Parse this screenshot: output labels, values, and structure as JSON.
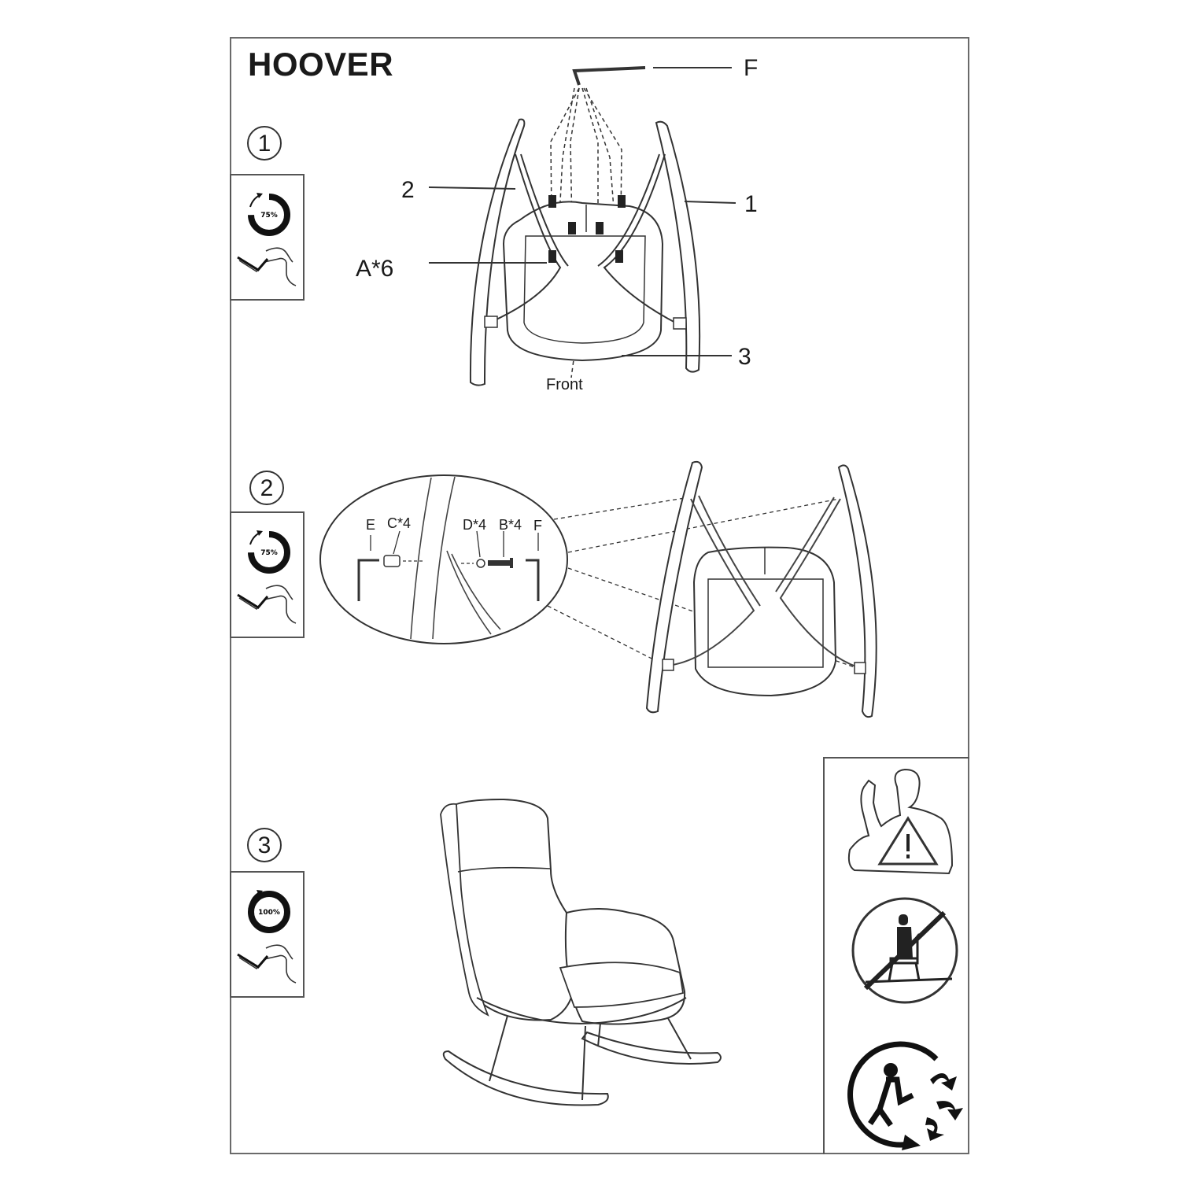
{
  "title": "HOOVER",
  "steps": [
    {
      "number": "1",
      "torque": "75%"
    },
    {
      "number": "2",
      "torque": "75%"
    },
    {
      "number": "3",
      "torque": "100%"
    }
  ],
  "step1": {
    "labels": {
      "part_f": "F",
      "part_2": "2",
      "part_1": "1",
      "part_a": "A*6",
      "part_3": "3",
      "front": "Front"
    }
  },
  "step2": {
    "detail_labels": {
      "e": "E",
      "c": "C*4",
      "d": "D*4",
      "b": "B*4",
      "f": "F"
    }
  },
  "warnings": [
    {
      "icon": "caution-person-icon"
    },
    {
      "icon": "no-standing-on-chair-icon"
    },
    {
      "icon": "recycling-icon"
    }
  ]
}
